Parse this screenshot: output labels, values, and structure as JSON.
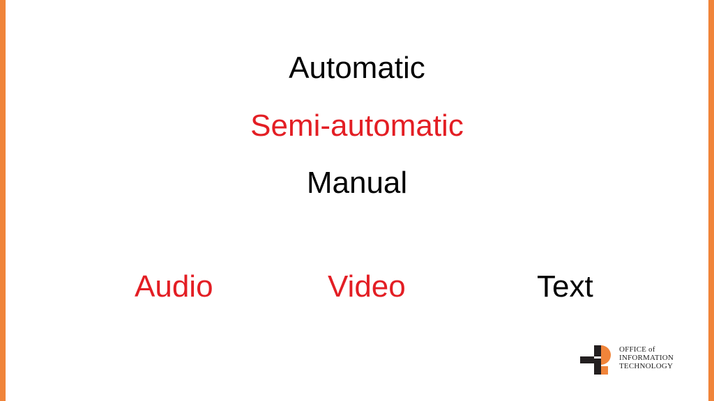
{
  "colors": {
    "border": "#F0843A",
    "text": "#000000",
    "highlight": "#E31E24",
    "logo_dark": "#231F20",
    "logo_orange": "#F0843A"
  },
  "levels": [
    {
      "label": "Automatic",
      "color": "#000000"
    },
    {
      "label": "Semi-automatic",
      "color": "#E31E24"
    },
    {
      "label": "Manual",
      "color": "#000000"
    }
  ],
  "media": [
    {
      "label": "Audio",
      "color": "#E31E24"
    },
    {
      "label": "Video",
      "color": "#E31E24"
    },
    {
      "label": "Text",
      "color": "#000000"
    }
  ],
  "logo": {
    "line1": "OFFICE of",
    "line2": "INFORMATION",
    "line3": "TECHNOLOGY",
    "icon": "oit-logo-icon"
  }
}
